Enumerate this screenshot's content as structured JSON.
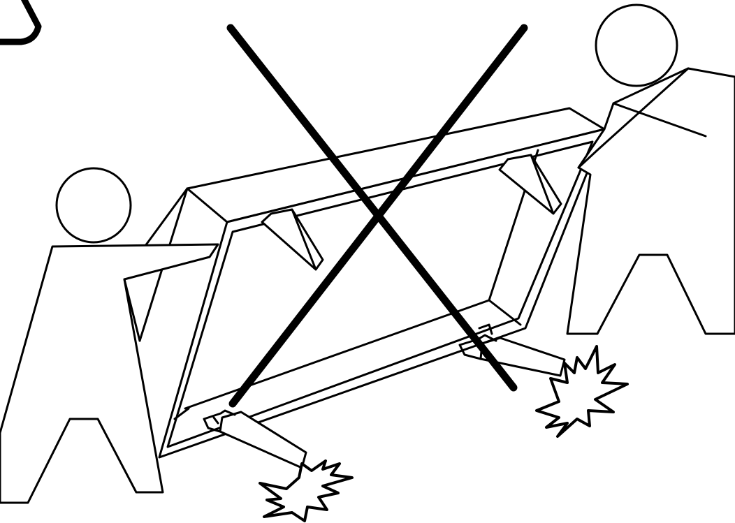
{
  "illustration": {
    "scene": "two-people-lifting-furniture-by-legs",
    "prohibition_mark": "cross-icon",
    "colors": {
      "line": "#000000",
      "background": "#ffffff"
    },
    "elements": [
      "corner-arrow-icon",
      "person-left",
      "person-right",
      "furniture-frame",
      "furniture-leg",
      "impact-burst-icon",
      "prohibition-cross-icon"
    ]
  }
}
